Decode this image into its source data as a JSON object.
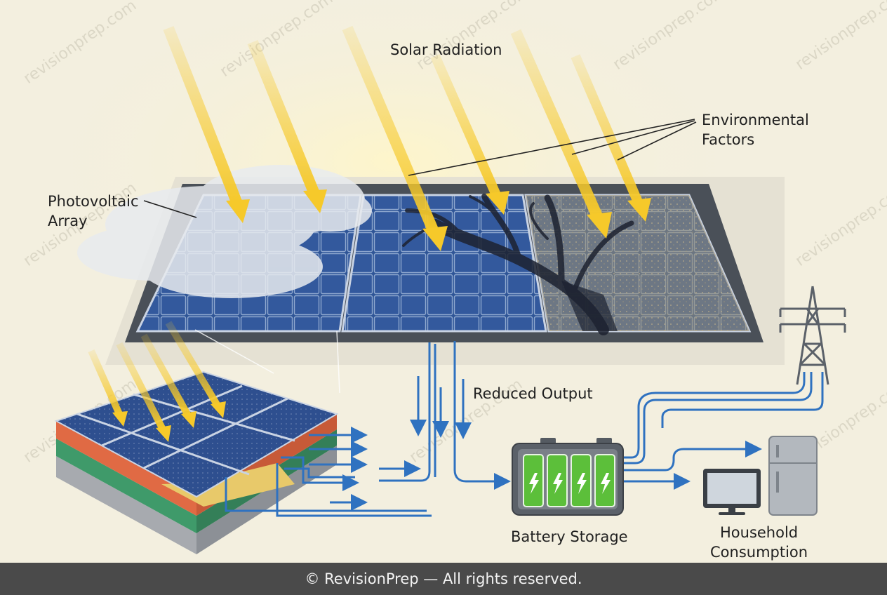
{
  "labels": {
    "solar_radiation": "Solar Radiation",
    "environmental_factors_line1": "Environmental",
    "environmental_factors_line2": "Factors",
    "photovoltaic_array_line1": "Photovoltaic",
    "photovoltaic_array_line2": "Array",
    "reduced_output": "Reduced Output",
    "battery_storage": "Battery Storage",
    "household_consumption_line1": "Household",
    "household_consumption_line2": "Consumption"
  },
  "watermark": "revisionprep.com",
  "footer": {
    "copyright": "© RevisionPrep — All rights reserved."
  },
  "colors": {
    "background": "#f3efdf",
    "sun_ray": "#f6c92a",
    "panel_cell": "#2b4d8c",
    "frame": "#4a5058",
    "flow_line": "#2f72c0",
    "battery_cell": "#5cbf3a",
    "footer_bg": "#4a4a4a"
  },
  "icons": [
    "sun-ray-arrow",
    "cloud-icon",
    "tree-shadow-icon",
    "battery-icon",
    "lightning-bolt-icon",
    "power-pylon-icon",
    "monitor-icon",
    "refrigerator-icon"
  ]
}
